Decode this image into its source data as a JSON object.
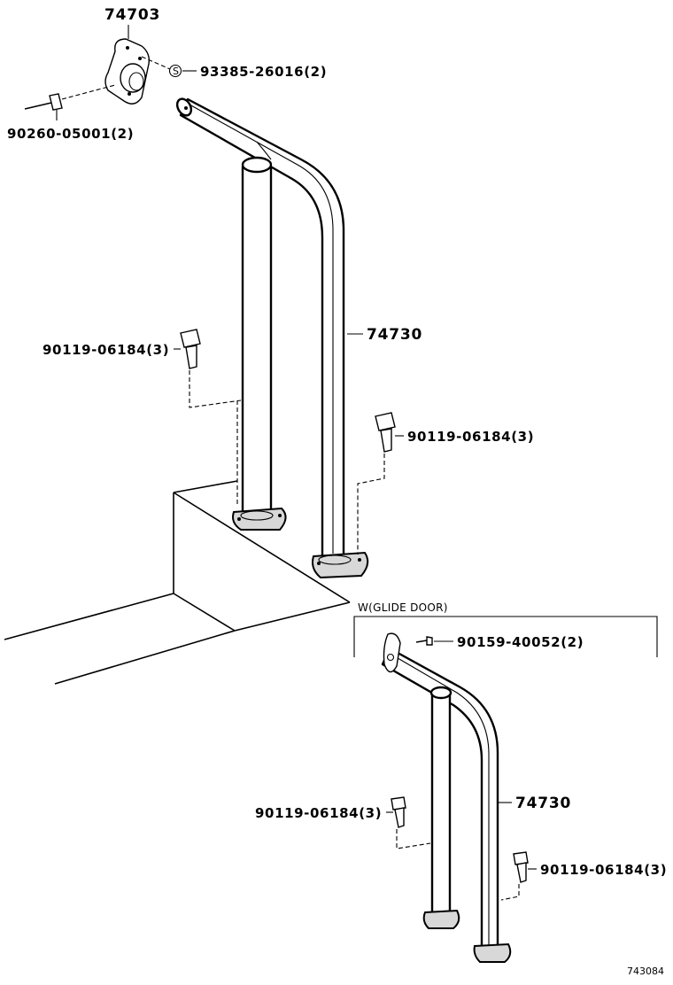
{
  "labels": {
    "bracket": "74703",
    "bracket_screw": "93385-26016(2)",
    "bracket_bolt": "90260-05001(2)",
    "bolt_left_upper": "90119-06184(3)",
    "rail_upper": "74730",
    "bolt_right_upper": "90119-06184(3)",
    "screw_lower": "90159-40052(2)",
    "rail_lower": "74730",
    "bolt_left_lower": "90119-06184(3)",
    "bolt_right_lower": "90119-06184(3)",
    "figure_id": "743084",
    "screw_symbol": "S"
  },
  "variant_box": {
    "caption": "W(GLIDE DOOR)"
  }
}
